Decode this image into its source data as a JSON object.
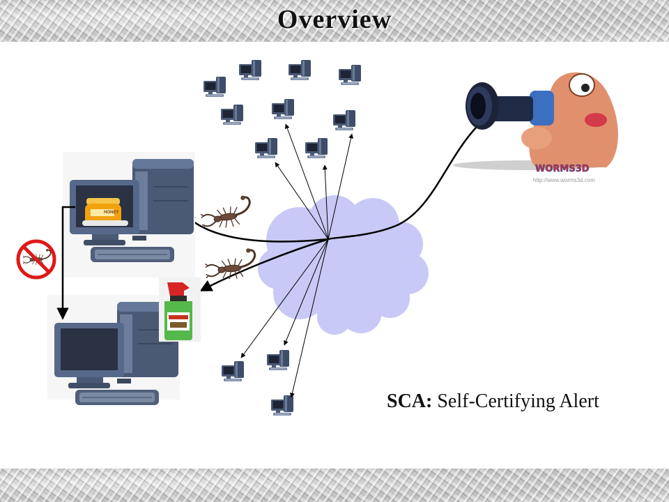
{
  "slide": {
    "title": "Overview",
    "caption_term": "SCA:",
    "caption_definition": "Self-Certifying Alert"
  },
  "images": {
    "honey_label": "HONEY",
    "game_logo": "WORMS3D",
    "game_url": "http://www.worms3d.com"
  },
  "colors": {
    "cloud": "#c9c9f7",
    "pc_case": "#44546e",
    "no_sign": "#e01818",
    "honey": "#f2a20d",
    "spray_bottle": "#55b84a",
    "spray_nozzle": "#d52525",
    "worm": "#e1906d"
  }
}
